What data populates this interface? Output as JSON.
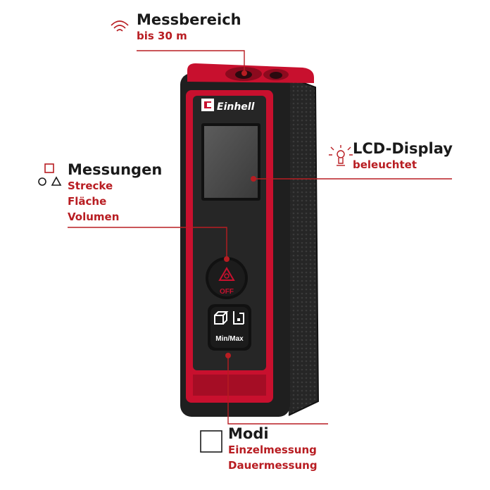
{
  "colors": {
    "accent": "#b81d22",
    "device_body": "#2a2a2a",
    "device_red": "#c8102e",
    "text_dark": "#1a1a1a"
  },
  "callouts": {
    "range": {
      "title": "Messbereich",
      "lines": [
        "bis 30 m"
      ],
      "icon": "wifi-signal-icon"
    },
    "display": {
      "title": "LCD-Display",
      "lines": [
        "beleuchtet"
      ],
      "icon": "light-bulb-icon"
    },
    "measurements": {
      "title": "Messungen",
      "lines": [
        "Strecke",
        "Fläche",
        "Volumen"
      ],
      "icon": "shapes-icon"
    },
    "modes": {
      "title": "Modi",
      "lines": [
        "Einzelmessung",
        "Dauermessung"
      ],
      "icon": "square-outline-icon"
    }
  },
  "device": {
    "brand": "Einhell",
    "button_off_label": "OFF",
    "button_mode_label": "Min/Max"
  }
}
